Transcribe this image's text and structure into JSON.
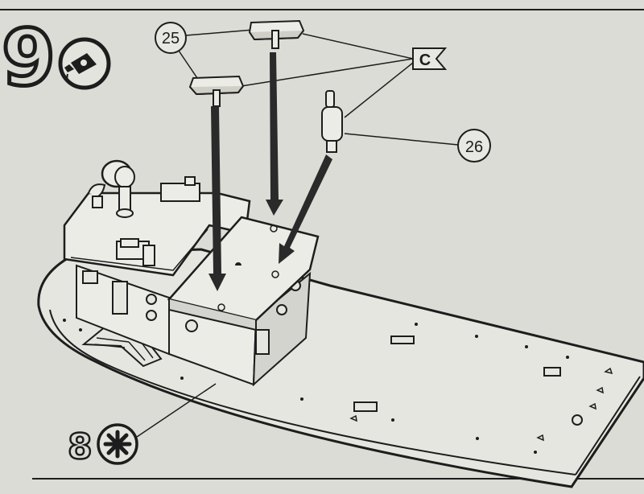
{
  "step": {
    "number": "9",
    "icon": "glue-tube-icon"
  },
  "callouts": {
    "part_25": "25",
    "part_26": "26",
    "color_code": "C"
  },
  "footer_step": {
    "number": "8",
    "icon": "paint-splat-icon"
  },
  "colors": {
    "paper": "#dcdcd6",
    "ink": "#1d1d1d",
    "arrow": "#2a2a2a"
  }
}
